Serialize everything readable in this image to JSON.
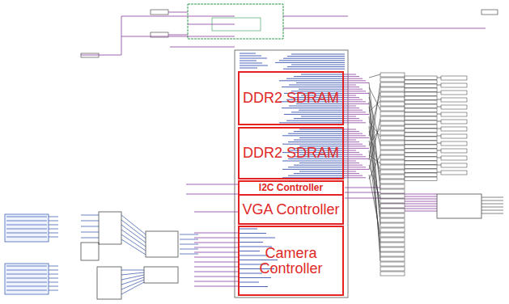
{
  "diagram": {
    "nodes": [
      {
        "text": [
          "DDR2 SDRAM"
        ]
      },
      {
        "text": [
          "DDR2 SDRAM"
        ]
      },
      {
        "text": [
          "I2C Controller"
        ]
      },
      {
        "text": [
          "VGA Controller"
        ]
      },
      {
        "text": [
          "Camera Controller"
        ]
      }
    ]
  }
}
